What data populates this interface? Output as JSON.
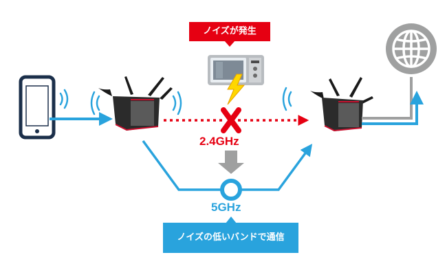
{
  "noise_callout": "ノイズが発生",
  "band_24_label": "2.4GHz",
  "band_5_label": "5GHz",
  "result_callout": "ノイズの低いバンドで通信",
  "colors": {
    "blue": "#29a3dd",
    "red": "#e60012",
    "gray": "#9fa0a0",
    "yellow": "#ffd700",
    "router": "#2b2b2b"
  },
  "icons": [
    "smartphone-icon",
    "router-icon",
    "microwave-icon",
    "lightning-icon",
    "globe-icon",
    "cross-icon",
    "circle-icon"
  ]
}
